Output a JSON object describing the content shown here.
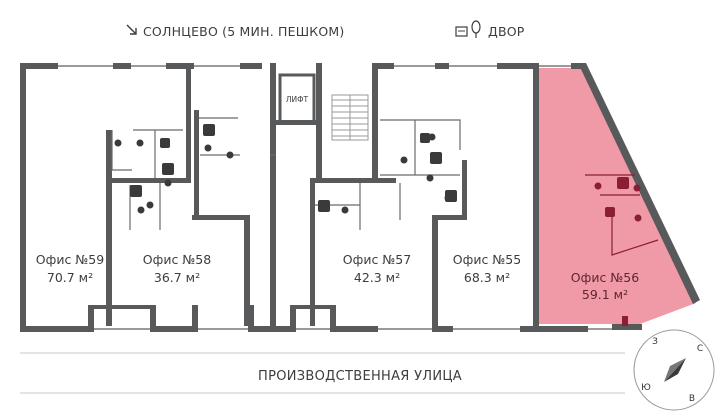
{
  "header": {
    "direction_label": "СОЛНЦЕВО (5 МИН. ПЕШКОМ)",
    "yard_label": "ДВОР",
    "arrow_icon": "arrow-down-right-icon",
    "yard_icon": "tree-bench-icon"
  },
  "elevator_label": "ЛИФТ",
  "offices": [
    {
      "name": "Офис №59",
      "area": "70.7 м²",
      "selected": false
    },
    {
      "name": "Офис №58",
      "area": "36.7 м²",
      "selected": false
    },
    {
      "name": "Офис №57",
      "area": "42.3 м²",
      "selected": false
    },
    {
      "name": "Офис №55",
      "area": "68.3 м²",
      "selected": false
    },
    {
      "name": "Офис №56",
      "area": "59.1 м²",
      "selected": true
    }
  ],
  "street_label": "ПРОИЗВОДСТВЕННАЯ УЛИЦА",
  "compass": {
    "north": "С",
    "east": "В",
    "south": "Ю",
    "west": "З"
  },
  "colors": {
    "wall": "#58595b",
    "selected_fill": "#f09aa8",
    "selected_text": "#5e2533",
    "fixture": "#3a3a3a",
    "fixture_accent": "#8a1f34",
    "text": "#3d3d3d"
  }
}
